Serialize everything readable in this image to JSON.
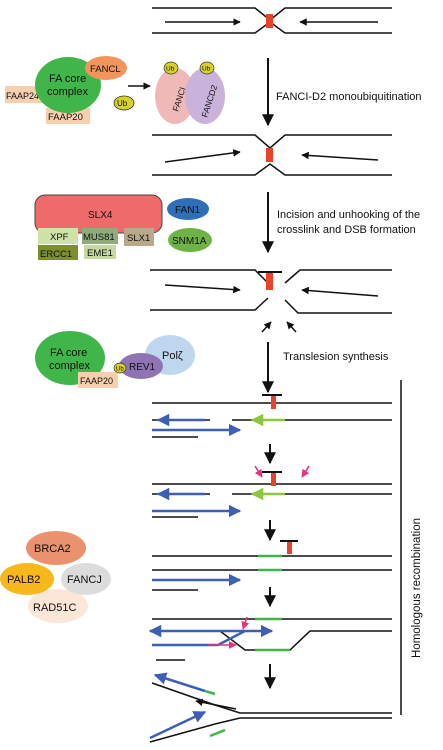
{
  "steps": {
    "mono": "FANCI-D2 monoubiquitination",
    "incision1": "Incision and unhooking of the",
    "incision2": "crosslink and DSB formation",
    "tls": "Translesion synthesis",
    "hr": "Homologous recombination"
  },
  "proteins": {
    "core1": "FA core",
    "core2": "complex",
    "fancl": "FANCL",
    "faap24": "FAAP24",
    "faap20": "FAAP20",
    "ub": "Ub",
    "fanci": "FANCI",
    "fancd2": "FANCD2",
    "slx4": "SLX4",
    "fan1": "FAN1",
    "snm1a": "SNM1A",
    "xpf": "XPF",
    "mus81": "MUS81",
    "slx1": "SLX1",
    "ercc1": "ERCC1",
    "eme1": "EME1",
    "rev1": "REV1",
    "polz": "Polζ",
    "brca2": "BRCA2",
    "palb2": "PALB2",
    "fancj": "FANCJ",
    "rad51c": "RAD51C"
  },
  "colors": {
    "lesion": "#e8442a",
    "green": "#3fb54a",
    "blue": "#3d5fb4",
    "magenta": "#e5337d",
    "core": "#3fb54a",
    "fancl": "#f2955d",
    "faap": "#f7cfae",
    "ub": "#d6d12a",
    "fanci": "#efb9b8",
    "fancd2": "#c9b3db",
    "slx4": "#ef6b6b",
    "fan1": "#2f6fb5",
    "snm1a": "#6fb344",
    "xpf": "#cfe3a7",
    "mus81": "#8fac7a",
    "slx1": "#b9a98c",
    "ercc1": "#7b8f2c",
    "eme1": "#c5d9a3",
    "rev1": "#8e74b4",
    "polz": "#bfd6ef",
    "brca2": "#e9926d",
    "palb2": "#f6b81b",
    "fancj": "#dcdcdc",
    "rad51c": "#fbe6d8"
  }
}
